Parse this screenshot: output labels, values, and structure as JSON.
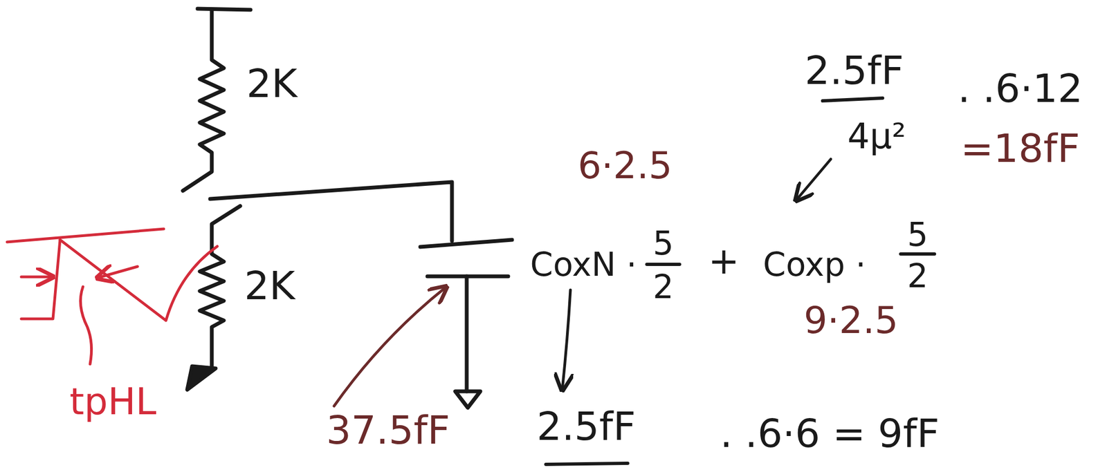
{
  "diagram": {
    "labels": [
      "2K",
      "2K",
      "tpHL",
      "2.5fF",
      "4μ²",
      ". .6·12",
      "=18fF",
      "6·2.5",
      "CoxN ·",
      "5",
      "2",
      "+",
      "Coxp ·",
      "5",
      "2",
      "9·2.5",
      "37.5fF",
      "2.5fF",
      ". .6·6 = 9fF"
    ]
  }
}
